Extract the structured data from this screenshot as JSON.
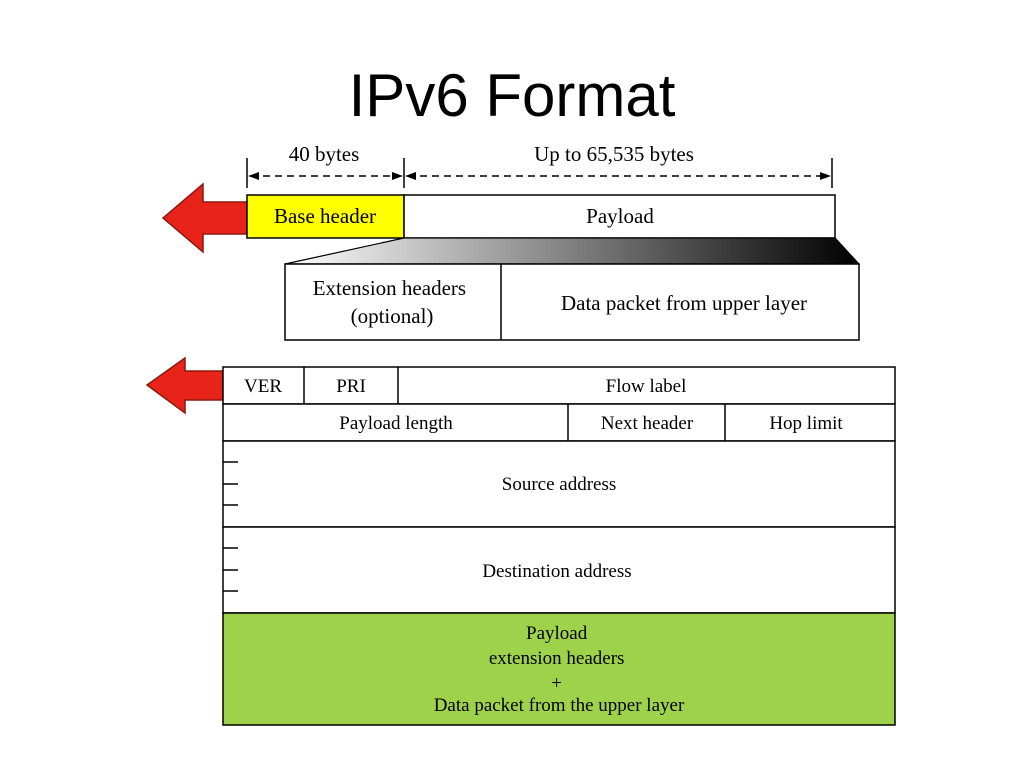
{
  "title": "IPv6 Format",
  "top_diagram": {
    "dim_header": "40 bytes",
    "dim_payload": "Up to 65,535 bytes",
    "base_header": "Base header",
    "payload": "Payload",
    "extension_headers": [
      "Extension headers",
      "(optional)"
    ],
    "data_packet": "Data packet from upper layer"
  },
  "header_table": {
    "ver": "VER",
    "pri": "PRI",
    "flow_label": "Flow label",
    "payload_length": "Payload length",
    "next_header": "Next header",
    "hop_limit": "Hop limit",
    "source_address": "Source address",
    "destination_address": "Destination address",
    "payload_block": [
      "Payload",
      "extension headers",
      "+",
      "Data packet from the upper layer"
    ]
  },
  "colors": {
    "arrow_red": "#e8231a",
    "base_header_yellow": "#ffff00",
    "payload_green": "#9ed24a"
  }
}
